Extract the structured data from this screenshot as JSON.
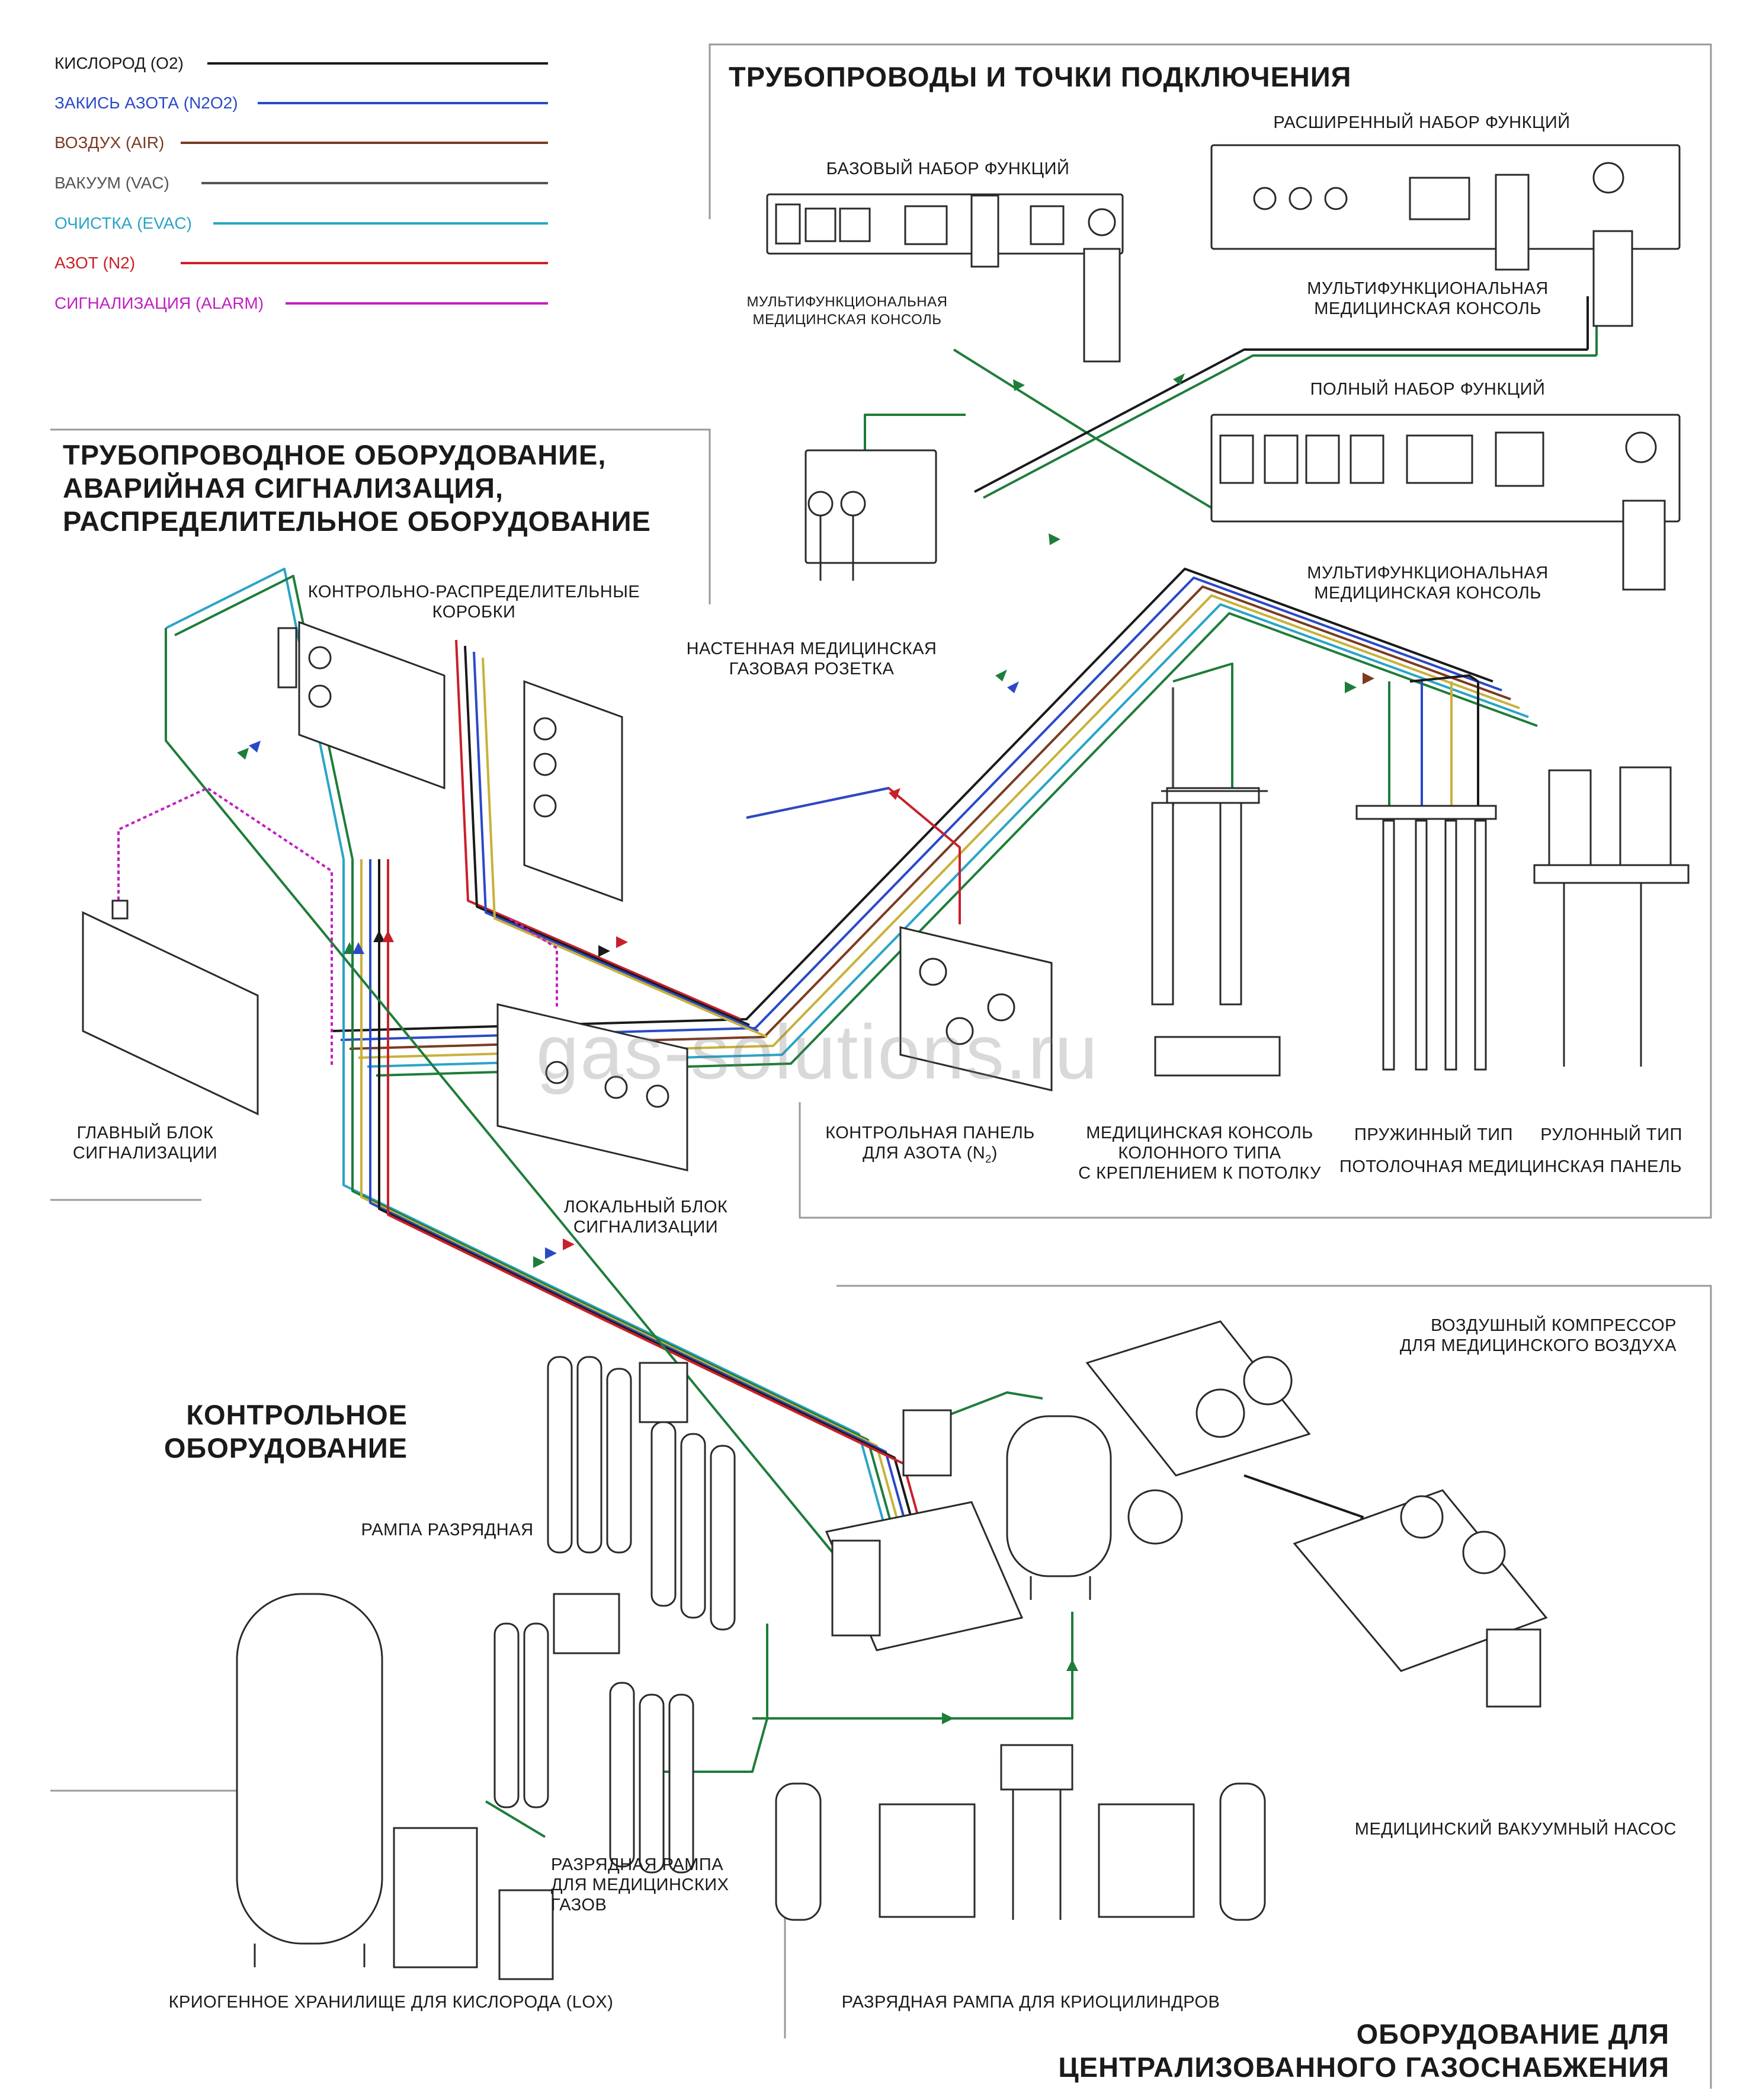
{
  "legend": [
    {
      "label": "КИСЛОРОД (O2)",
      "color": "#1a1a1a"
    },
    {
      "label": "ЗАКИСЬ АЗОТА (N2O2)",
      "color": "#2a49c8"
    },
    {
      "label": "ВОЗДУХ (AIR)",
      "color": "#7a3b22"
    },
    {
      "label": "ВАКУУМ (VAC)",
      "color": "#555555"
    },
    {
      "label": "ОЧИСТКА (EVAC)",
      "color": "#2aa4c6"
    },
    {
      "label": "АЗОТ (N2)",
      "color": "#c8202a"
    },
    {
      "label": "СИГНАЛИЗАЦИЯ (ALARM)",
      "color": "#c21ec2"
    }
  ],
  "sections": {
    "pipelines_points": "ТРУБОПРОВОДЫ И ТОЧКИ ПОДКЛЮЧЕНИЯ",
    "pipeline_equipment": [
      "ТРУБОПРОВОДНОЕ ОБОРУДОВАНИЕ,",
      "АВАРИЙНАЯ СИГНАЛИЗАЦИЯ,",
      "РАСПРЕДЕЛИТЕЛЬНОЕ ОБОРУДОВАНИЕ"
    ],
    "control_equipment": [
      "КОНТРОЛЬНОЕ",
      "ОБОРУДОВАНИЕ"
    ],
    "central_supply": [
      "ОБОРУДОВАНИЕ ДЛЯ",
      "ЦЕНТРАЛИЗОВАННОГО ГАЗОСНАБЖЕНИЯ"
    ]
  },
  "labels": {
    "basic_set": "БАЗОВЫЙ НАБОР ФУНКЦИЙ",
    "extended_set": "РАСШИРЕННЫЙ НАБОР ФУНКЦИЙ",
    "full_set": "ПОЛНЫЙ НАБОР ФУНКЦИЙ",
    "console_basic": [
      "МУЛЬТИФУНКЦИОНАЛЬНАЯ",
      "МЕДИЦИНСКАЯ КОНСОЛЬ"
    ],
    "console_extended": [
      "МУЛЬТИФУНКЦИОНАЛЬНАЯ",
      "МЕДИЦИНСКАЯ КОНСОЛЬ"
    ],
    "console_full": [
      "МУЛЬТИФУНКЦИОНАЛЬНАЯ",
      "МЕДИЦИНСКАЯ КОНСОЛЬ"
    ],
    "control_boxes": [
      "КОНТРОЛЬНО-РАСПРЕДЕЛИТЕЛЬНЫЕ",
      "КОРОБКИ"
    ],
    "wall_outlet": [
      "НАСТЕННАЯ МЕДИЦИНСКАЯ",
      "ГАЗОВАЯ РОЗЕТКА"
    ],
    "main_alarm": [
      "ГЛАВНЫЙ БЛОК",
      "СИГНАЛИЗАЦИИ"
    ],
    "local_alarm": [
      "ЛОКАЛЬНЫЙ БЛОК",
      "СИГНАЛИЗАЦИИ"
    ],
    "nitrogen_panel_line1": "КОНТРОЛЬНАЯ ПАНЕЛЬ",
    "nitrogen_panel_line2_pre": "ДЛЯ АЗОТА (N",
    "nitrogen_panel_sub": "2",
    "nitrogen_panel_line2_post": ")",
    "column_console": [
      "МЕДИЦИНСКАЯ КОНСОЛЬ",
      "КОЛОННОГО ТИПА",
      "С КРЕПЛЕНИЕМ К ПОТОЛКУ"
    ],
    "spring_type": "ПРУЖИННЫЙ ТИП",
    "roll_type": "РУЛОННЫЙ ТИП",
    "ceiling_panel": "ПОТОЛОЧНАЯ МЕДИЦИНСКАЯ ПАНЕЛЬ",
    "air_compressor": [
      "ВОЗДУШНЫЙ КОМПРЕССОР",
      "ДЛЯ МЕДИЦИНСКОГО ВОЗДУХА"
    ],
    "discharge_ramp": "РАМПА РАЗРЯДНАЯ",
    "medical_gas_ramp": [
      "РАЗРЯДНАЯ РАМПА",
      "ДЛЯ МЕДИЦИНСКИХ",
      "ГАЗОВ"
    ],
    "vacuum_pump": "МЕДИЦИНСКИЙ ВАКУУМНЫЙ НАСОС",
    "lox_storage": "КРИОГЕННОЕ ХРАНИЛИЩЕ ДЛЯ КИСЛОРОДА (LOX)",
    "cryo_ramp": "РАЗРЯДНАЯ РАМПА ДЛЯ КРИОЦИЛИНДРОВ"
  },
  "watermark": "gas-solutions.ru"
}
